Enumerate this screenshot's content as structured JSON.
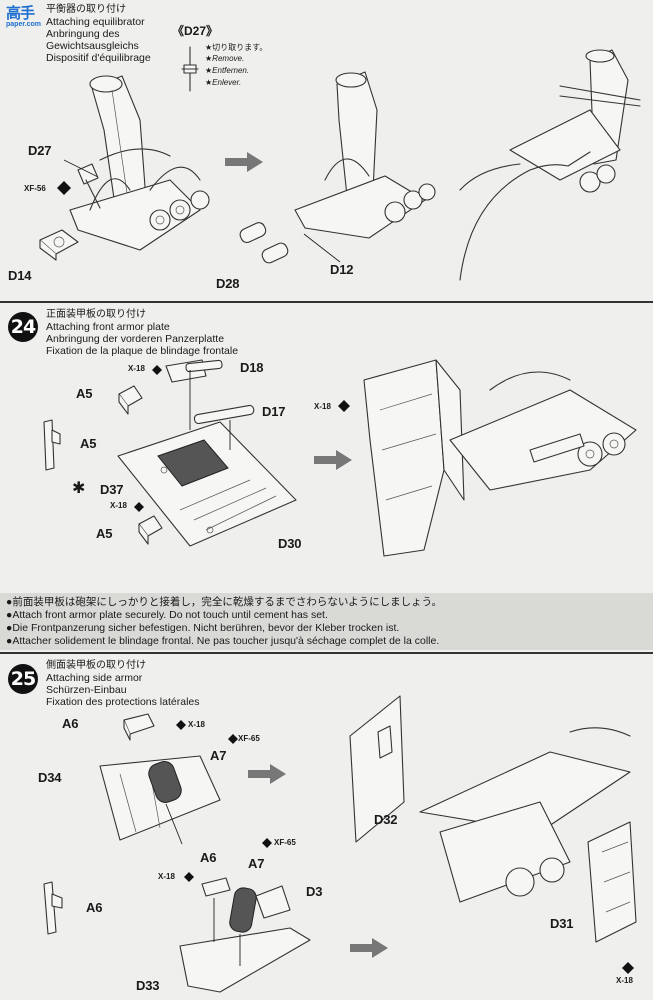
{
  "watermark": {
    "logo_text": "高手",
    "site": "paper.com"
  },
  "step23_tail": {
    "titles": [
      "平衡器の取り付け",
      "Attaching equilibrator",
      "Anbringung des",
      "Gewichtsausgleichs",
      "Dispositif d'équilibrage"
    ],
    "part_callout": "《D27》",
    "remove": [
      "★切り取ります。",
      "★Remove.",
      "★Entfernen.",
      "★Enlever."
    ],
    "labels": {
      "d27": "D27",
      "xf56": "XF-56",
      "d14": "D14",
      "d28": "D28",
      "d12": "D12"
    }
  },
  "step24": {
    "number": "24",
    "titles": [
      "正面装甲板の取り付け",
      "Attaching front armor plate",
      "Anbringung der vorderen Panzerplatte",
      "Fixation de la plaque de blindage frontale"
    ],
    "labels": {
      "x18_a": "X-18",
      "a5_a": "A5",
      "d18": "D18",
      "d17": "D17",
      "a5_side": "A5",
      "d37": "D37",
      "x18_b": "X-18",
      "a5_b": "A5",
      "d30": "D30",
      "x18_right": "X-18"
    }
  },
  "caution": {
    "lines": [
      "前面装甲板は砲架にしっかりと接着し，完全に乾燥するまでさわらないようにしましょう。",
      "Attach front armor plate securely. Do not touch until cement has set.",
      "Die Frontpanzerung sicher befestigen. Nicht berühren, bevor der Kleber trocken ist.",
      "Attacher solidement le blindage frontal. Ne pas toucher jusqu'à séchage complet de la colle."
    ]
  },
  "step25": {
    "number": "25",
    "titles": [
      "側面装甲板の取り付け",
      "Attaching side armor",
      "Schürzen-Einbau",
      "Fixation des protections latérales"
    ],
    "labels": {
      "a6_a": "A6",
      "x18_a": "X-18",
      "xf65_a": "XF-65",
      "d34": "D34",
      "a7_a": "A7",
      "a6_side": "A6",
      "a6_b": "A6",
      "xf65_b": "XF-65",
      "a7_b": "A7",
      "x18_b": "X-18",
      "d3": "D3",
      "d33": "D33",
      "d32": "D32",
      "d31": "D31",
      "x18_c": "X-18"
    }
  }
}
